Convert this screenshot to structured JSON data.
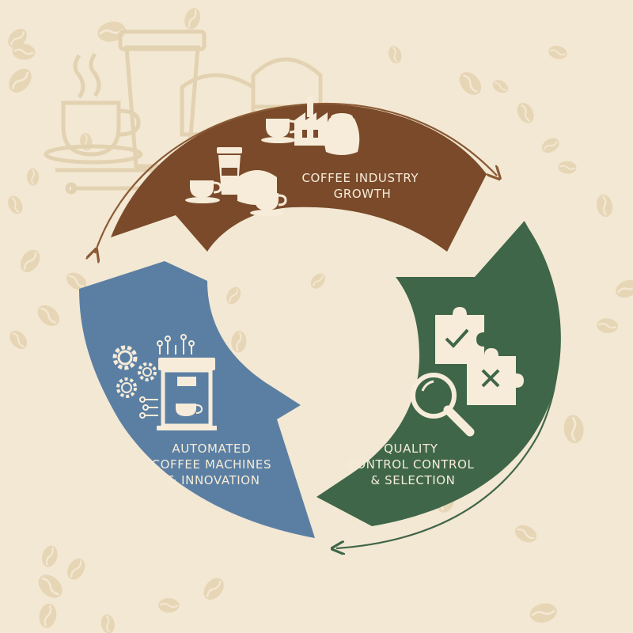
{
  "colors": {
    "background": "#f3e8d3",
    "bean": "#e7d6b6",
    "watermark": "#e3d2b2",
    "brown": "#7a4a2a",
    "blue": "#5b7fa3",
    "green": "#3f6649",
    "icon": "#f6ecd9",
    "arrow_brown": "#8a5a35",
    "arrow_green": "#3f6649"
  },
  "segments": [
    {
      "id": "growth",
      "lines": [
        "COFFEE INDUSTRY",
        "GROWTH"
      ],
      "icons": [
        "coffee-cup-icon",
        "factory-icon",
        "coffee-sack-icon",
        "takeaway-cup-icon",
        "bean-bowl-icon"
      ]
    },
    {
      "id": "quality",
      "lines": [
        "QUALITY",
        "CONTROL CONTROL",
        "& SELECTION"
      ],
      "icons": [
        "puzzle-check-icon",
        "puzzle-cross-icon",
        "magnifier-icon"
      ]
    },
    {
      "id": "automation",
      "lines": [
        "AUTOMATED",
        "COFFEE MACHINES",
        "& INNOVATION"
      ],
      "icons": [
        "gear-icon",
        "circuit-icon",
        "espresso-machine-icon"
      ]
    }
  ]
}
